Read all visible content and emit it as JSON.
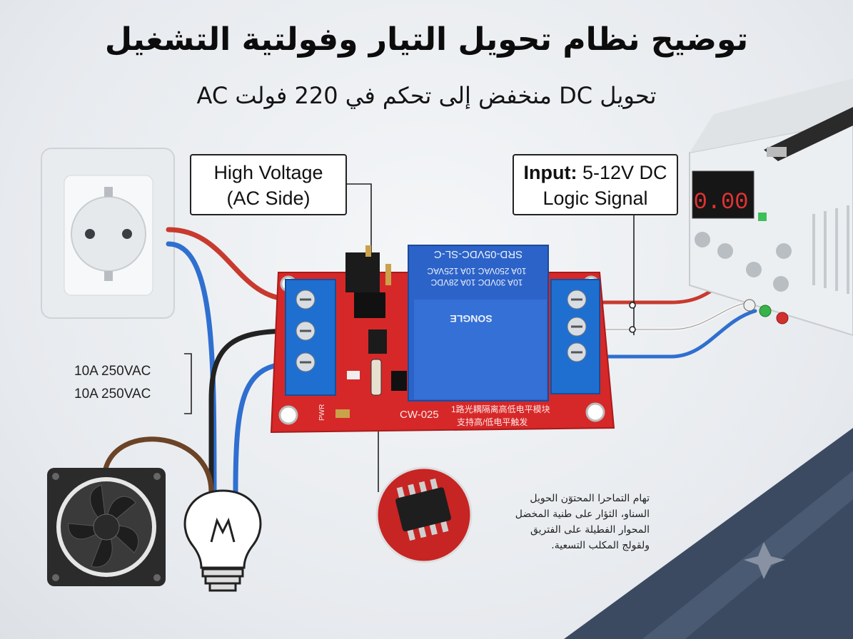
{
  "title": "توضيح نظام تحويل التيار وفولتية التشغيل",
  "subtitle": "تحويل DC منخفض إلى تحكم في 220 فولت AC",
  "callout_high_voltage": {
    "line1": "High Voltage",
    "line2": "(AC Side)"
  },
  "callout_input": {
    "line1_bold": "Input:",
    "line1_rest": " 5-12V DC",
    "line2": "Logic Signal"
  },
  "ratings": [
    "10A 250VAC",
    "10A 250VAC"
  ],
  "relay_labels": {
    "model": "SRD-05VDC-SL-C",
    "line1": "10A 250VAC  10A 125VAC",
    "line2": "10A  30VDC  10A 28VDC",
    "brand": "SONGLE"
  },
  "board_labels": {
    "model": "CW-025",
    "chinese1": "1路光耦隔离高低电平模块",
    "chinese2": "支持高/低电平触发",
    "pwr": "PWR"
  },
  "supply_display": "0.00",
  "note_lines": [
    "تهام التماحرا المحتوٓن الحويل",
    "السناو، الثؤار على طنية المخضل",
    "المحوار الفطيلة على الفتريق",
    "ولقولج المكلب التسعية."
  ],
  "colors": {
    "pcb": "#d62828",
    "terminal": "#1f6fd1",
    "relay": "#2c63c8",
    "wire_red": "#c83a2e",
    "wire_blue": "#2f6fd0",
    "wire_black": "#222222",
    "wire_brown": "#6b4326",
    "mat": "#3a4a62"
  }
}
